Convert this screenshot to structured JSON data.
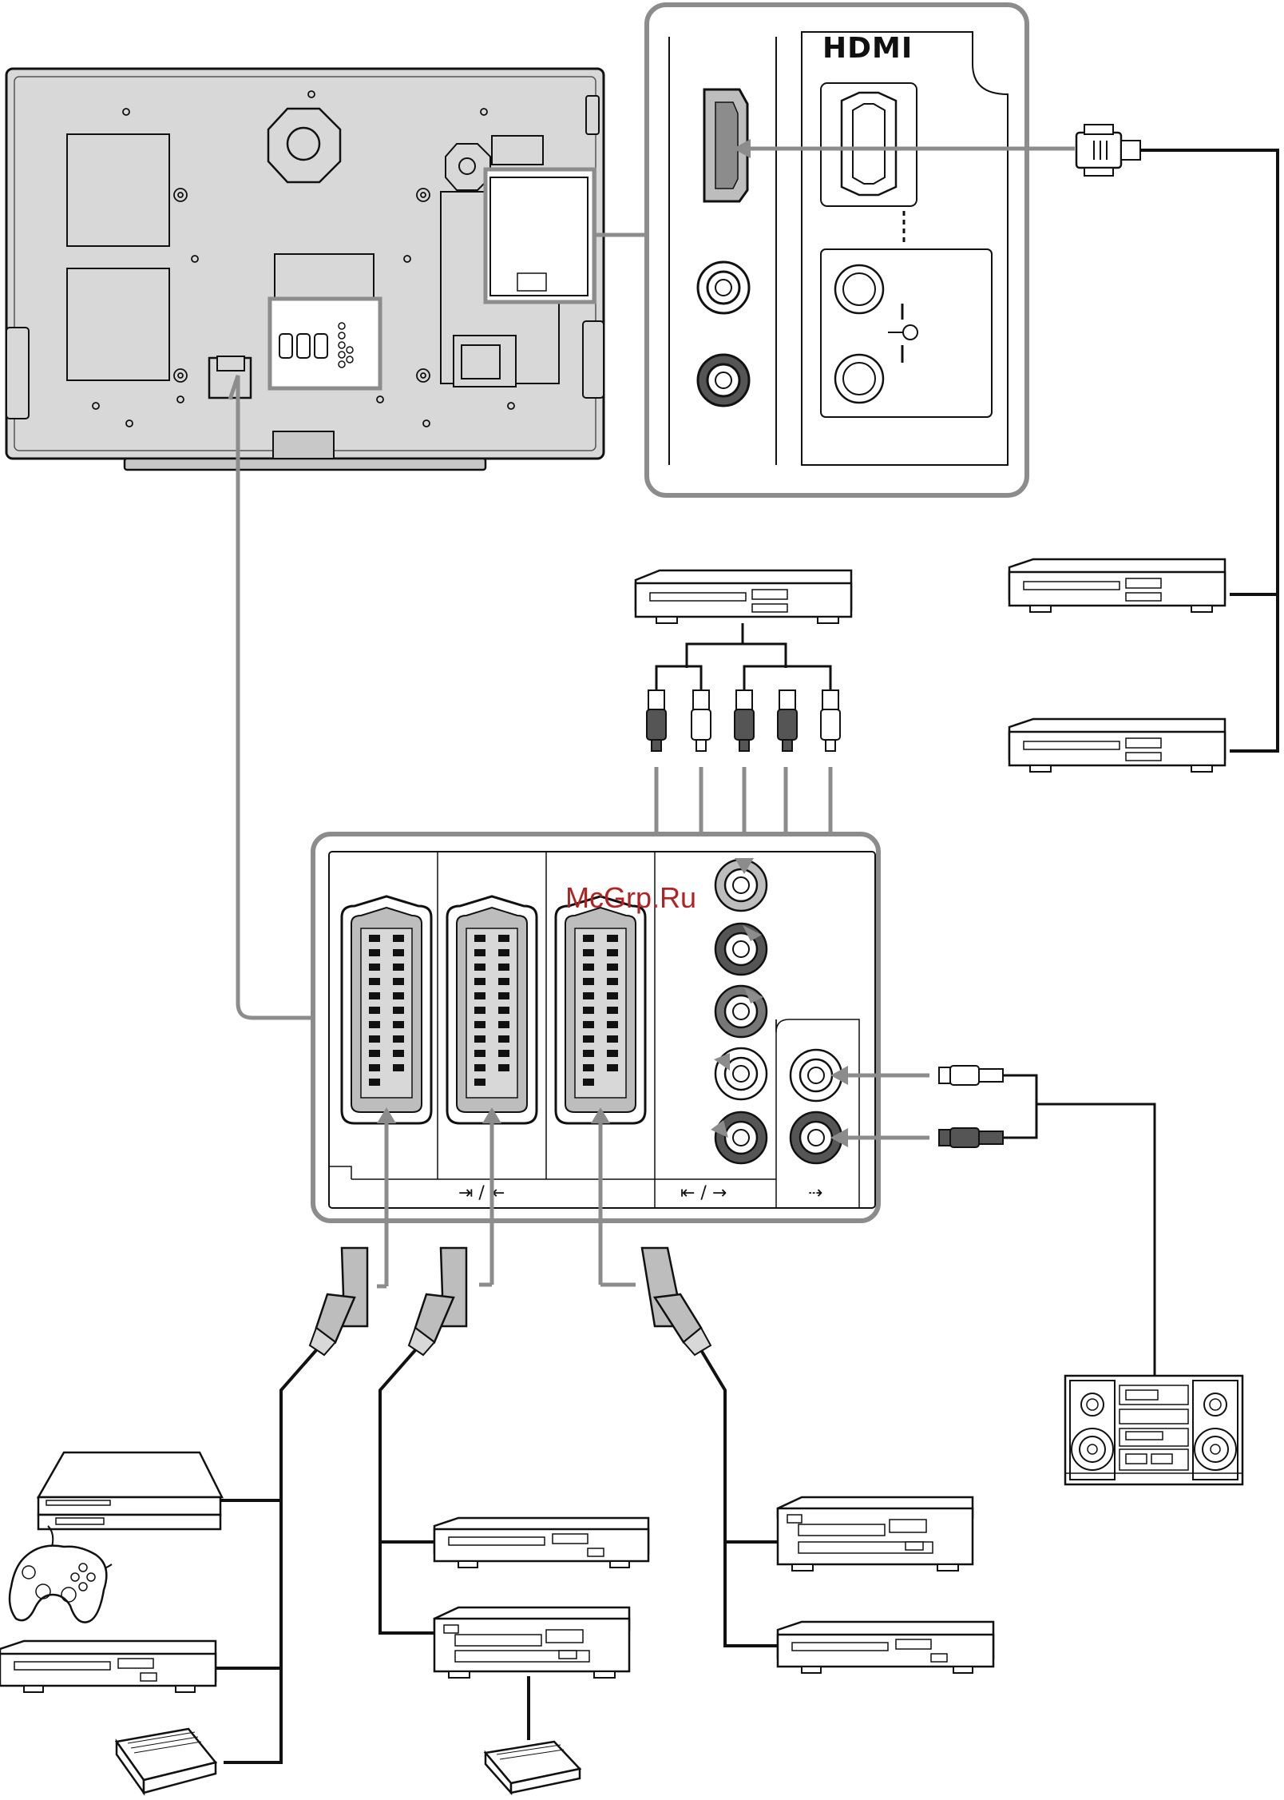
{
  "hdmi_panel": {
    "logo_text": "HDMI"
  },
  "watermark": {
    "text": "McGrp.Ru"
  },
  "scart_panel": {
    "scart_label": "⇥ / ⇤",
    "composite_label": "⇤ / →",
    "audio_out_label": "⇢"
  },
  "colors": {
    "line": "#111111",
    "cable_gray": "#8c8c8c",
    "panel_gray": "#d4d4d4",
    "dark_jack": "#555555",
    "accent": "#b22222"
  },
  "devices": {
    "hdmi_sources": [
      "dvd-player",
      "dvd-player"
    ],
    "component_source": "dvd-player",
    "scart_sources_1": [
      "game-console",
      "dvd-player",
      "set-top-box"
    ],
    "scart_sources_2": [
      "dvd-player",
      "vcr",
      "set-top-box"
    ],
    "scart_sources_3": [
      "vcr",
      "dvd-player"
    ],
    "audio_target": "hifi-system"
  }
}
